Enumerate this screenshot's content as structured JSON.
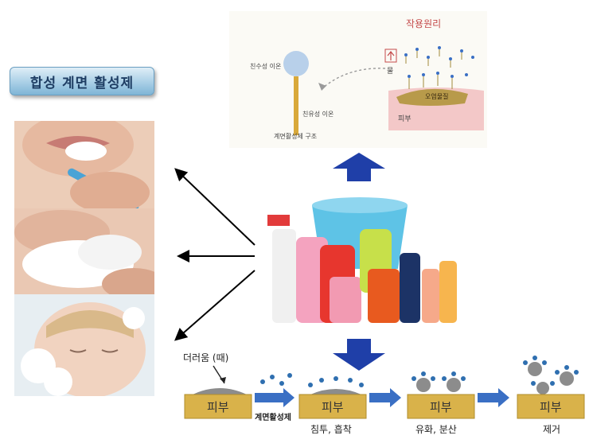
{
  "title": "합성 계면 활성제",
  "principle": {
    "heading": "작용원리",
    "hydrophilic_label": "친수성 이온",
    "lipophilic_label": "친유성 이온",
    "structure_label": "계면활성제 구조",
    "water_label": "물",
    "dirt_label": "오염물질",
    "skin_label": "피부"
  },
  "process": {
    "dirt_label": "더러움 (때)",
    "surfactant_label": "계면활성제",
    "skin_label": "피부",
    "step1": "침투, 흡착",
    "step2": "유화, 분산",
    "step3": "제거"
  },
  "colors": {
    "skin_block": "#d9b24a",
    "arrow_blue": "#1f3fa8",
    "process_arrow": "#3a6fc4",
    "molecule": "#2f6fb0"
  }
}
